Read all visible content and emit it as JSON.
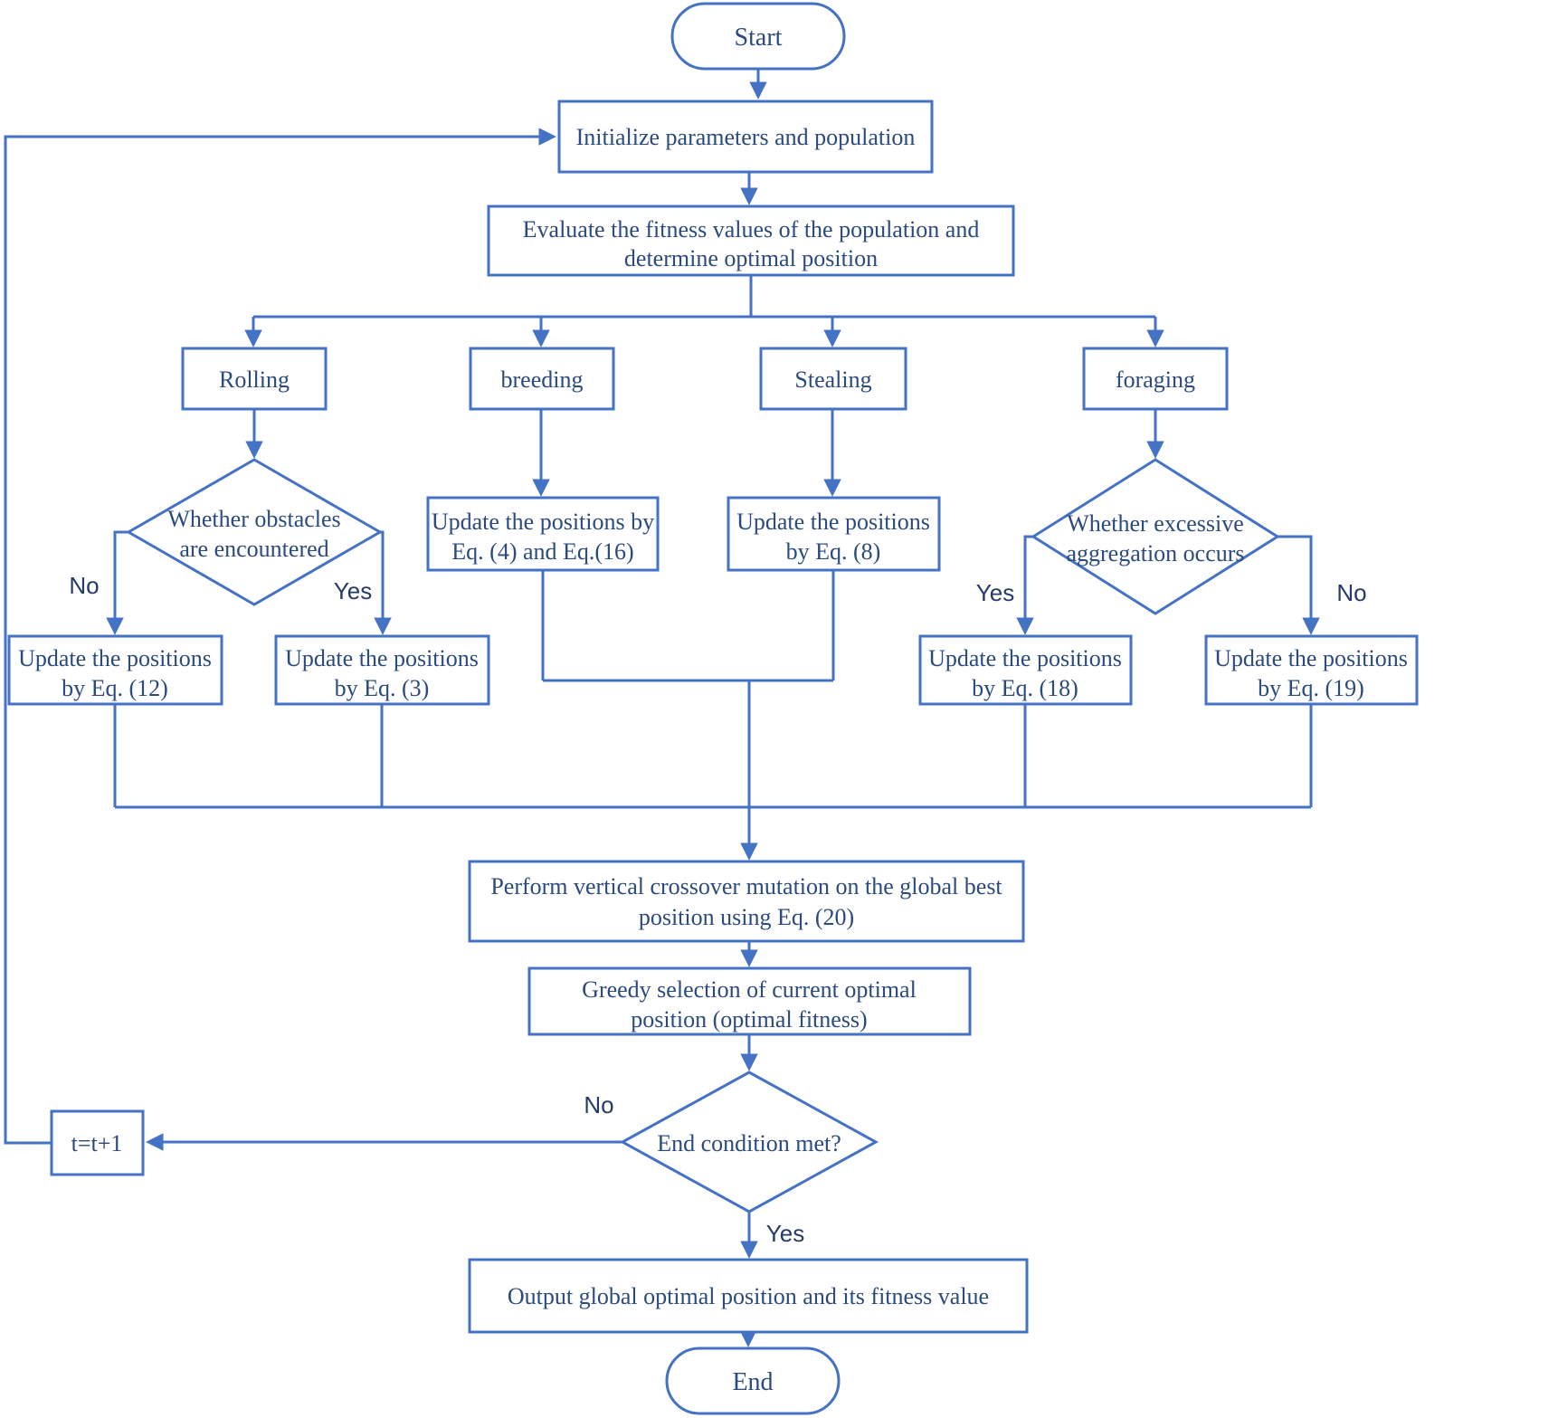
{
  "colors": {
    "line": "#4472c4",
    "text": "#2b4a7d",
    "background": "#ffffff"
  },
  "nodes": {
    "start": {
      "label": "Start"
    },
    "initialize": {
      "label": "Initialize parameters and population"
    },
    "evaluate": {
      "lines": [
        "Evaluate the fitness values of the population and",
        "determine optimal position"
      ]
    },
    "rolling": {
      "label": "Rolling"
    },
    "breeding": {
      "label": "breeding"
    },
    "stealing": {
      "label": "Stealing"
    },
    "foraging": {
      "label": "foraging"
    },
    "obstacles_decision": {
      "lines": [
        "Whether obstacles",
        "are encountered"
      ]
    },
    "aggregation_decision": {
      "lines": [
        "Whether excessive",
        "aggregation occurs"
      ]
    },
    "update_eq12": {
      "lines": [
        "Update the positions",
        "by Eq. (12)"
      ]
    },
    "update_eq3": {
      "lines": [
        "Update the positions",
        "by Eq. (3)"
      ]
    },
    "update_eq4_16": {
      "lines": [
        "Update the positions by",
        "Eq. (4) and Eq.(16)"
      ]
    },
    "update_eq8": {
      "lines": [
        "Update the positions",
        "by Eq. (8)"
      ]
    },
    "update_eq18": {
      "lines": [
        "Update the positions",
        "by Eq. (18)"
      ]
    },
    "update_eq19": {
      "lines": [
        "Update the positions",
        "by Eq. (19)"
      ]
    },
    "crossover": {
      "lines": [
        "Perform vertical crossover mutation on the global best",
        "position using Eq. (20)"
      ]
    },
    "greedy": {
      "lines": [
        "Greedy selection of current optimal",
        "position (optimal fitness)"
      ]
    },
    "end_condition": {
      "label": "End condition met?"
    },
    "increment": {
      "label": "t=t+1"
    },
    "output": {
      "label": "Output global optimal position and its fitness value"
    },
    "end": {
      "label": "End"
    }
  },
  "edge_labels": {
    "obstacles_no": "No",
    "obstacles_yes": "Yes",
    "aggregation_yes": "Yes",
    "aggregation_no": "No",
    "end_condition_no": "No",
    "end_condition_yes": "Yes"
  }
}
